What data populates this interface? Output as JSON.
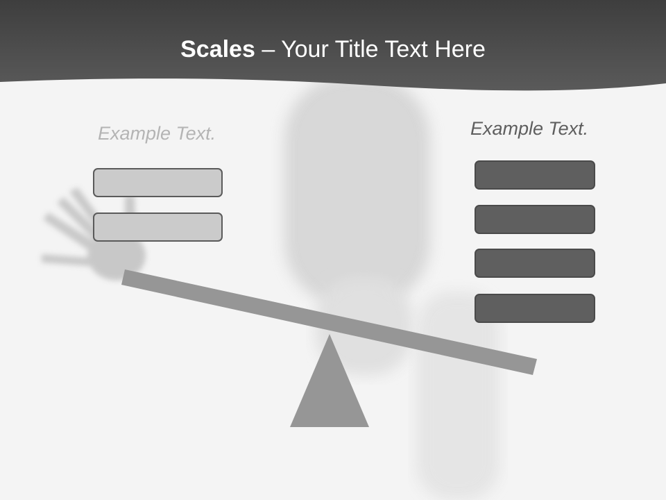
{
  "header": {
    "title_strong": "Scales",
    "title_rest": " – Your Title Text Here"
  },
  "left_side": {
    "label": "Example Text.",
    "boxes": [
      "",
      ""
    ]
  },
  "right_side": {
    "label": "Example Text.",
    "boxes": [
      "",
      "",
      "",
      ""
    ]
  },
  "colors": {
    "header_band": "#4a4a4a",
    "background": "#f4f4f4",
    "beam_and_fulcrum": "#969696",
    "left_box_fill": "#cbcbcb",
    "right_box_fill": "#5f5f5f",
    "left_label": "#b4b4b4",
    "right_label": "#5e5e5e"
  }
}
